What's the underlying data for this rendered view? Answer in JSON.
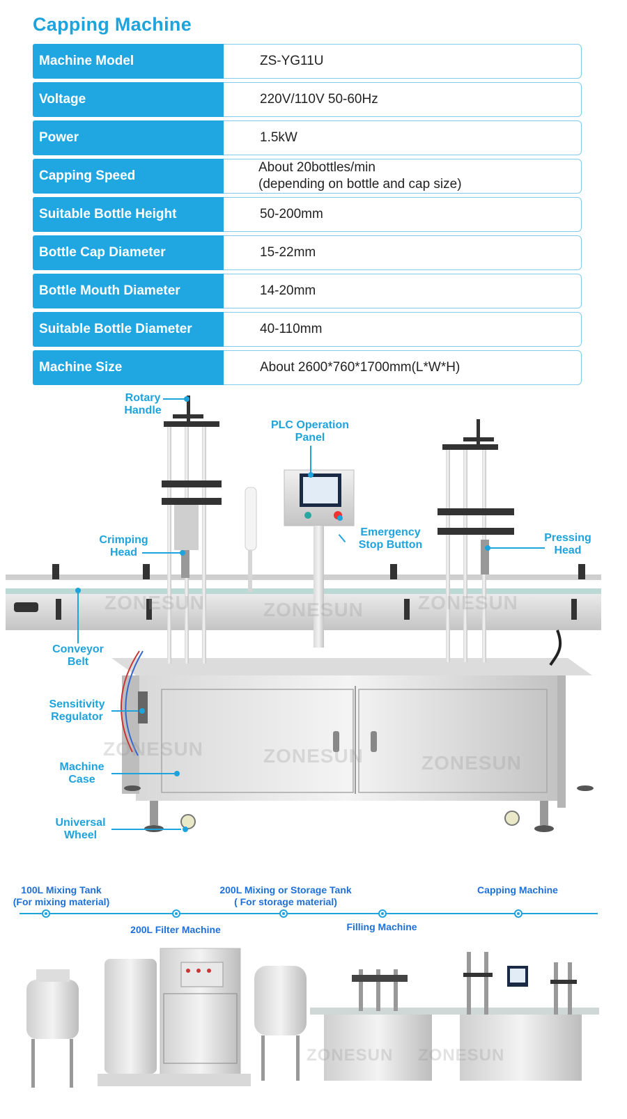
{
  "title": "Capping Machine",
  "specs": [
    {
      "label": "Machine Model",
      "value": [
        "ZS-YG11U"
      ]
    },
    {
      "label": "Voltage",
      "value": [
        "220V/110V 50-60Hz"
      ]
    },
    {
      "label": "Power",
      "value": [
        "1.5kW"
      ]
    },
    {
      "label": "Capping Speed",
      "value": [
        "About 20bottles/min",
        "(depending on bottle and cap size)"
      ]
    },
    {
      "label": "Suitable Bottle Height",
      "value": [
        "50-200mm"
      ]
    },
    {
      "label": "Bottle Cap Diameter",
      "value": [
        "15-22mm"
      ]
    },
    {
      "label": "Bottle Mouth Diameter",
      "value": [
        "14-20mm"
      ]
    },
    {
      "label": "Suitable Bottle Diameter",
      "value": [
        "40-110mm"
      ]
    },
    {
      "label": "Machine Size",
      "value": [
        "About 2600*760*1700mm(L*W*H)"
      ]
    }
  ],
  "callouts": {
    "rotary_handle": [
      "Rotary",
      "Handle"
    ],
    "plc_panel": [
      "PLC Operation",
      "Panel"
    ],
    "crimping_head": [
      "Crimping",
      "Head"
    ],
    "emergency_stop": [
      "Emergency",
      "Stop Button"
    ],
    "pressing_head": [
      "Pressing",
      "Head"
    ],
    "conveyor_belt": [
      "Conveyor",
      "Belt"
    ],
    "sensitivity_regulator": [
      "Sensitivity",
      "Regulator"
    ],
    "machine_case": [
      "Machine",
      "Case"
    ],
    "universal_wheel": [
      "Universal",
      "Wheel"
    ]
  },
  "watermark": "ZONESUN",
  "production_line": {
    "mixing_tank": [
      "100L Mixing Tank",
      "(For mixing material)"
    ],
    "filter_machine": [
      "200L Filter Machine"
    ],
    "storage_tank": [
      "200L Mixing or Storage Tank",
      "( For storage material)"
    ],
    "filling_machine": [
      "Filling Machine"
    ],
    "capping_machine": [
      "Capping Machine"
    ]
  },
  "colors": {
    "accent": "#1ea3dc",
    "line_label": "#1e6fd6"
  }
}
